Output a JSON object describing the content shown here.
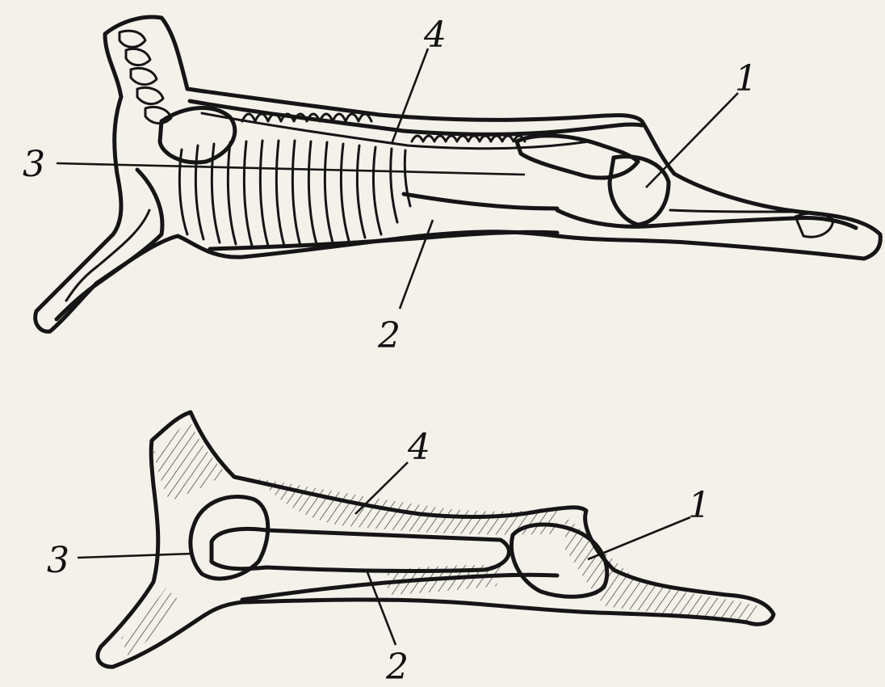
{
  "figure": {
    "top": {
      "labels": {
        "l1": "1",
        "l2": "2",
        "l3": "3",
        "l4": "4"
      }
    },
    "bottom": {
      "labels": {
        "l1": "1",
        "l2": "2",
        "l3": "3",
        "l4": "4"
      }
    }
  }
}
